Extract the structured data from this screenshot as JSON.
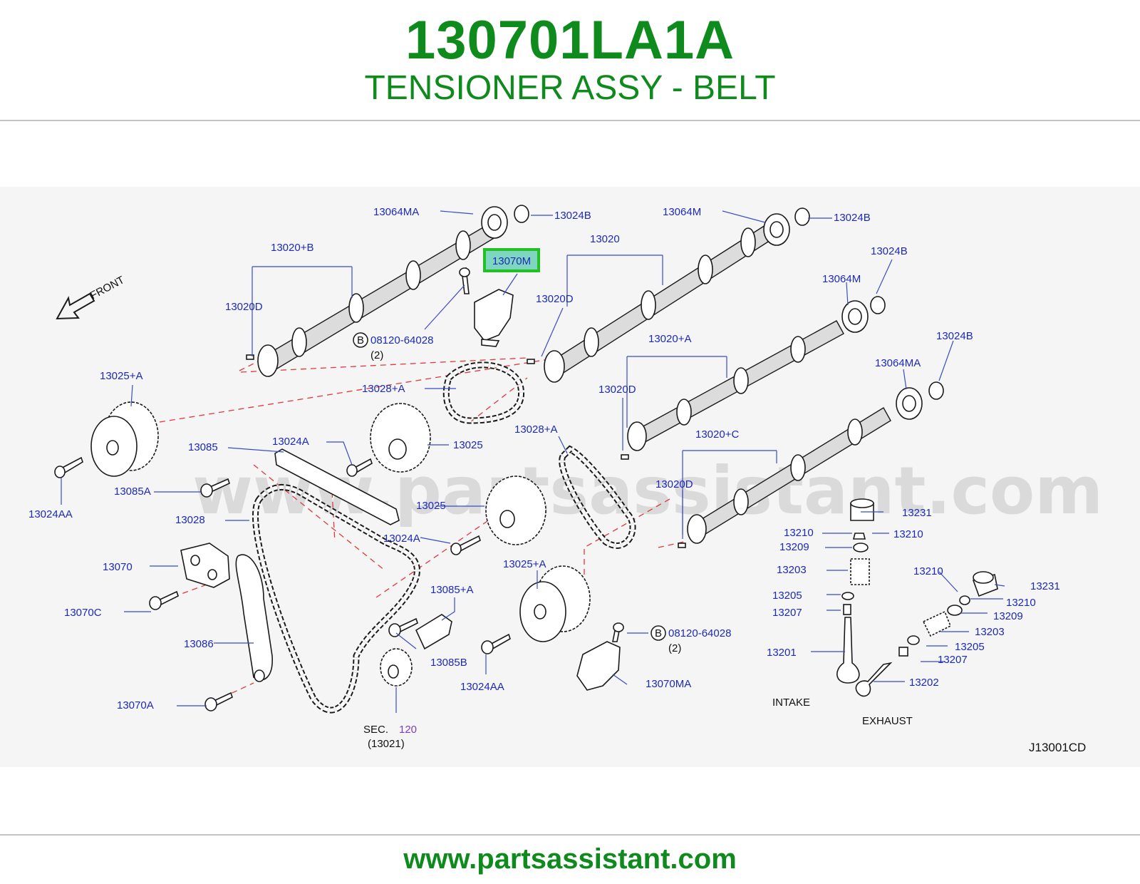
{
  "header": {
    "part_number": "130701LA1A",
    "part_name": "TENSIONER ASSY - BELT"
  },
  "diagram": {
    "watermark": "www.partsassistant.com",
    "front_label": "FRONT",
    "code": "J13001CD",
    "highlighted_label": "13070M",
    "labels": {
      "l13064MA_a": "13064MA",
      "l13024B_a": "13024B",
      "l13020B": "13020+B",
      "l13020D_a": "13020D",
      "b08120_a": "08120-64028",
      "b08120_a_qty": "(2)",
      "l13064M_a": "13064M",
      "l13024B_b": "13024B",
      "l13020": "13020",
      "l13020D_b": "13020D",
      "l13024B_c": "13024B",
      "l13064M_b": "13064M",
      "l13020A": "13020+A",
      "l13024B_d": "13024B",
      "l13064MA_b": "13064MA",
      "l13020D_c": "13020D",
      "l13020C": "13020+C",
      "l13020D_d": "13020D",
      "l13025A_a": "13025+A",
      "l13028A_a": "13028+A",
      "l13085": "13085",
      "l13024A_a": "13024A",
      "l13025_a": "13025",
      "l13028A_b": "13028+A",
      "l13024AA_a": "13024AA",
      "l13085A": "13085A",
      "l13025_b": "13025",
      "l13028": "13028",
      "l13024A_b": "13024A",
      "l13231_a": "13231",
      "l13210_a": "13210",
      "l13210_b": "13210",
      "l13209_a": "13209",
      "l13070": "13070",
      "l13025A_b": "13025+A",
      "l13203_a": "13203",
      "l13210_c": "13210",
      "l13231_b": "13231",
      "l13085A2": "13085+A",
      "l13205_a": "13205",
      "l13210_d": "13210",
      "l13070C": "13070C",
      "l13207_a": "13207",
      "l13209_b": "13209",
      "l13203_b": "13203",
      "b08120_b": "08120-64028",
      "b08120_b_qty": "(2)",
      "l13086": "13086",
      "l13085B": "13085B",
      "l13205_b": "13205",
      "l13201": "13201",
      "l13207_b": "13207",
      "l13024AA_b": "13024AA",
      "l13070MA": "13070MA",
      "l13202": "13202",
      "l13070A": "13070A",
      "intake": "INTAKE",
      "exhaust": "EXHAUST",
      "sec": "SEC.",
      "sec_num": "120",
      "sec_ref": "(13021)"
    },
    "bolt_symbol": "B"
  },
  "footer": {
    "url": "www.partsassistant.com"
  },
  "colors": {
    "brand_green": "#0f8a1c",
    "label_blue": "#1b2ab8",
    "highlight_box": "#22c022",
    "highlight_fill": "#7fd6c0",
    "dash_red": "#e0393b"
  }
}
